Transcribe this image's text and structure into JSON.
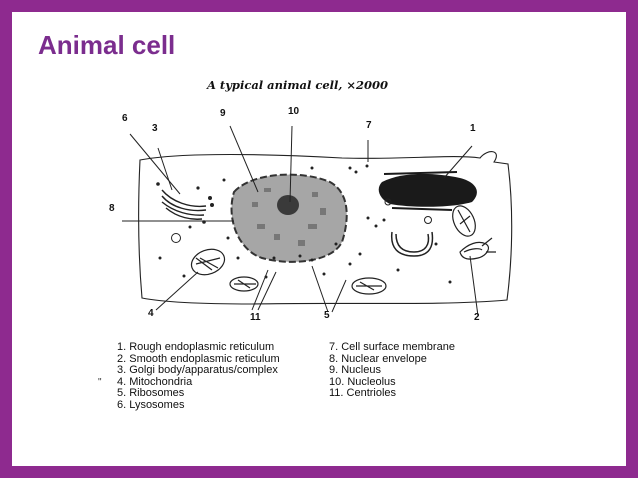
{
  "slide": {
    "title": "Animal cell"
  },
  "figure": {
    "title": "A typical animal cell, ×2000",
    "callouts": [
      "6",
      "3",
      "9",
      "10",
      "7",
      "1",
      "8",
      "4",
      "11",
      "5",
      "2"
    ],
    "legend_left": [
      "1. Rough endoplasmic reticulum",
      "2. Smooth endoplasmic reticulum",
      "3. Golgi body/apparatus/complex",
      "4. Mitochondria",
      "5. Ribosomes",
      "6. Lysosomes"
    ],
    "legend_right": [
      "7. Cell surface membrane",
      "8. Nuclear envelope",
      "9. Nucleus",
      "10. Nucleolus",
      "11. Centrioles"
    ],
    "stray_mark": "\""
  }
}
